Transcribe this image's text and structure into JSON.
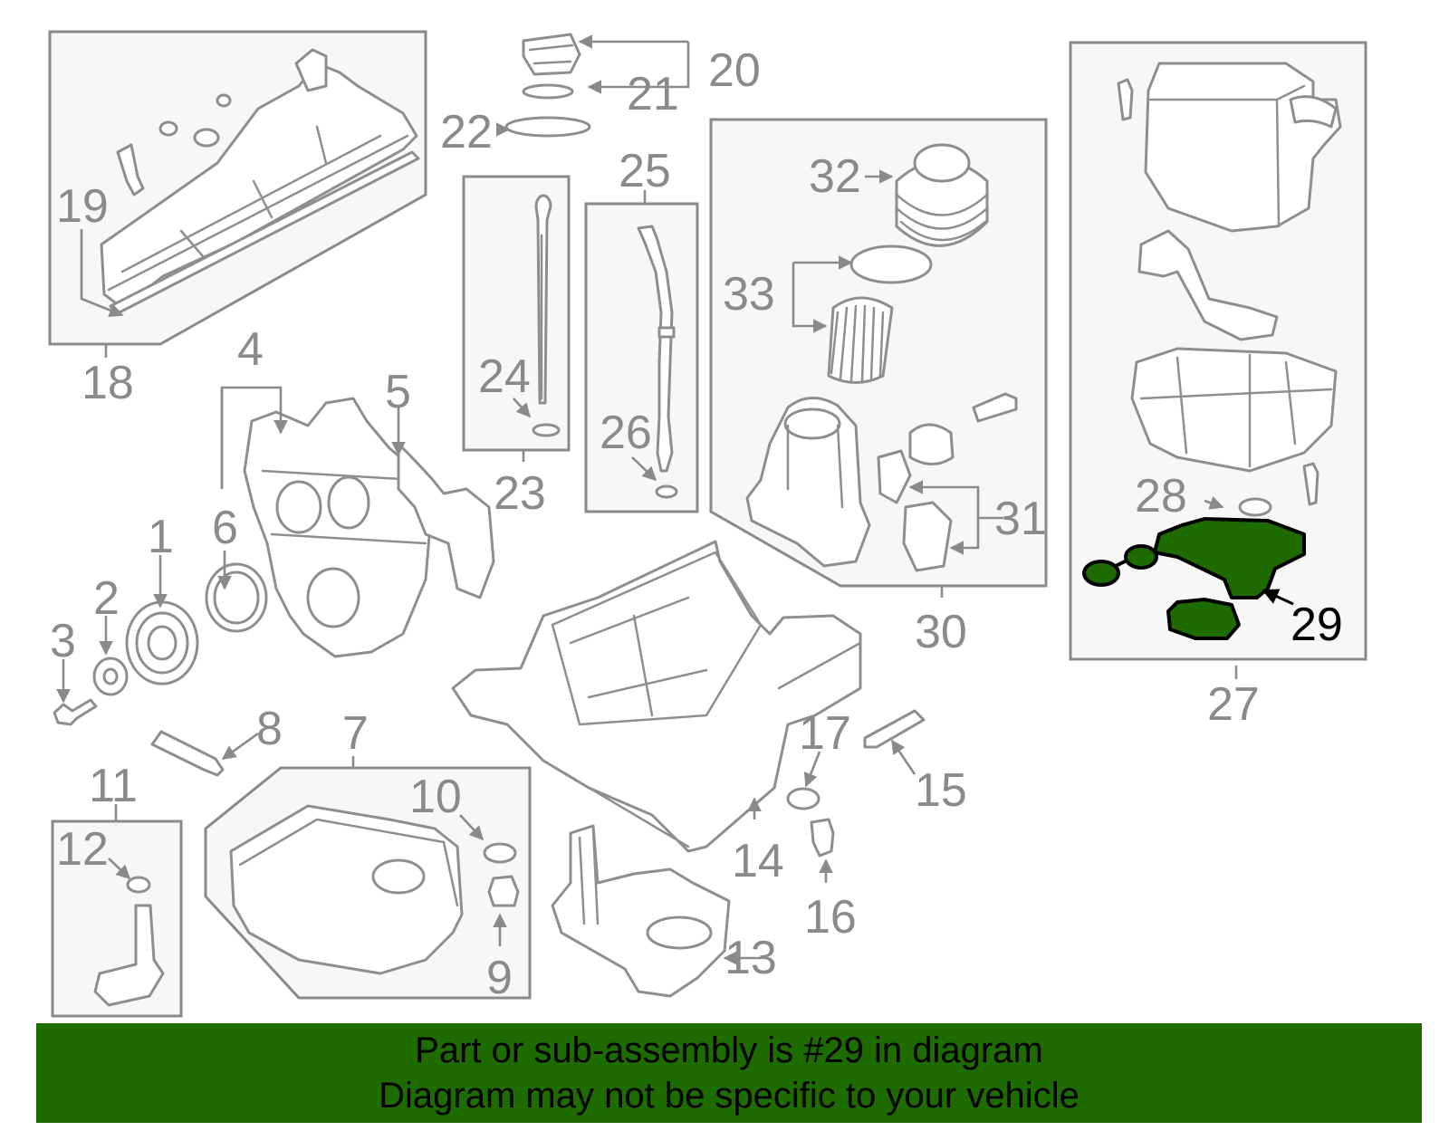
{
  "diagram": {
    "callouts": [
      "1",
      "2",
      "3",
      "4",
      "5",
      "6",
      "7",
      "8",
      "9",
      "10",
      "11",
      "12",
      "13",
      "14",
      "15",
      "16",
      "17",
      "18",
      "19",
      "20",
      "21",
      "22",
      "23",
      "24",
      "25",
      "26",
      "27",
      "28",
      "29",
      "30",
      "31",
      "32",
      "33"
    ],
    "highlighted_part": "29",
    "colors": {
      "highlight_fill": "#1e6b00",
      "line_art": "#8a8a8a",
      "box_fill": "#f7f7f7"
    }
  },
  "banner": {
    "line1": "Part or sub-assembly is #29 in diagram",
    "line2": "Diagram may not be specific to your vehicle",
    "background": "#1e6b00"
  }
}
